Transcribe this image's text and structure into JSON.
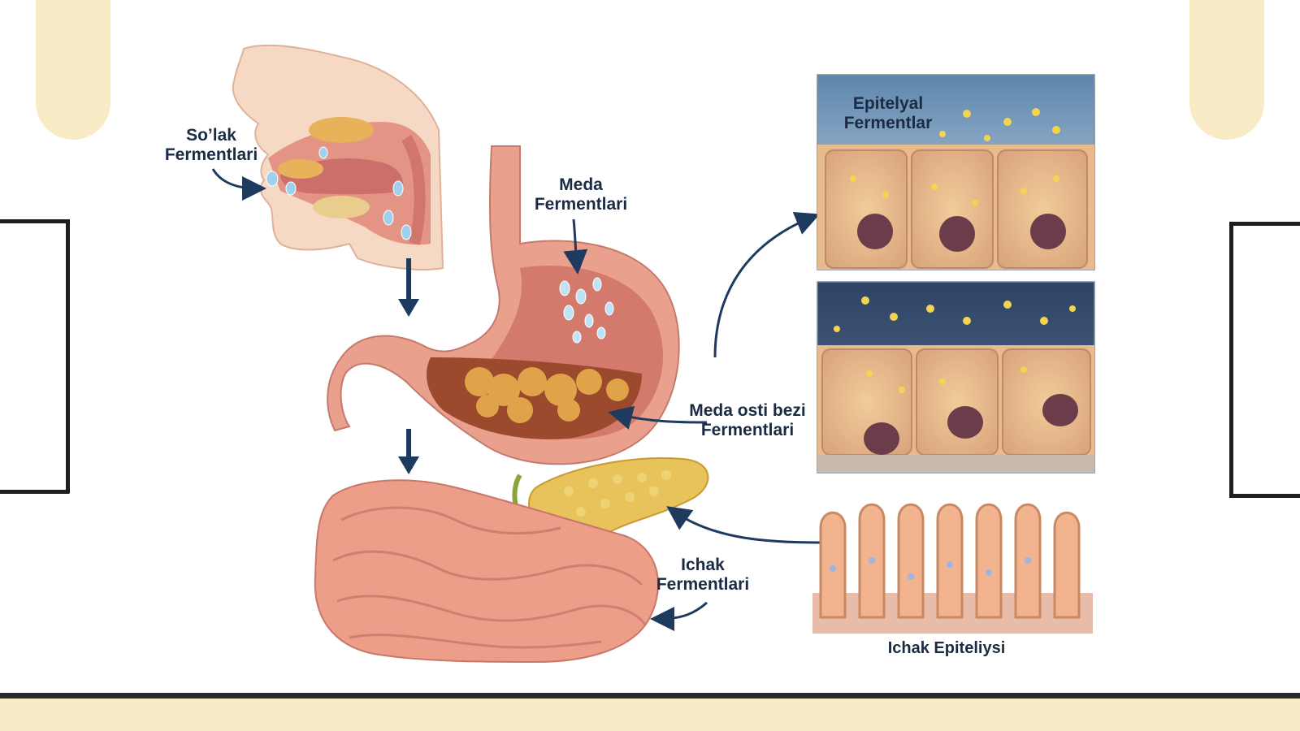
{
  "labels": {
    "solak": {
      "line1": "So’lak",
      "line2": "Fermentlari"
    },
    "meda": {
      "line1": "Meda",
      "line2": "Fermentlari"
    },
    "meda_osti": {
      "line1": "Meda osti bezi",
      "line2": "Fermentlari"
    },
    "ichak": {
      "line1": "Ichak",
      "line2": "Fermentlari"
    },
    "epitelyal": {
      "line1": "Epitelyal",
      "line2": "Fermentlar"
    },
    "ichak_epiteliysi": "Ichak Epiteliysi"
  },
  "colors": {
    "accent_cream": "#f8ebc6",
    "frame_dark": "#1e1e1e",
    "arrow_navy": "#1f3a5f",
    "tissue_pink": "#e9a08c",
    "pancreas_yellow": "#e8c25a"
  }
}
